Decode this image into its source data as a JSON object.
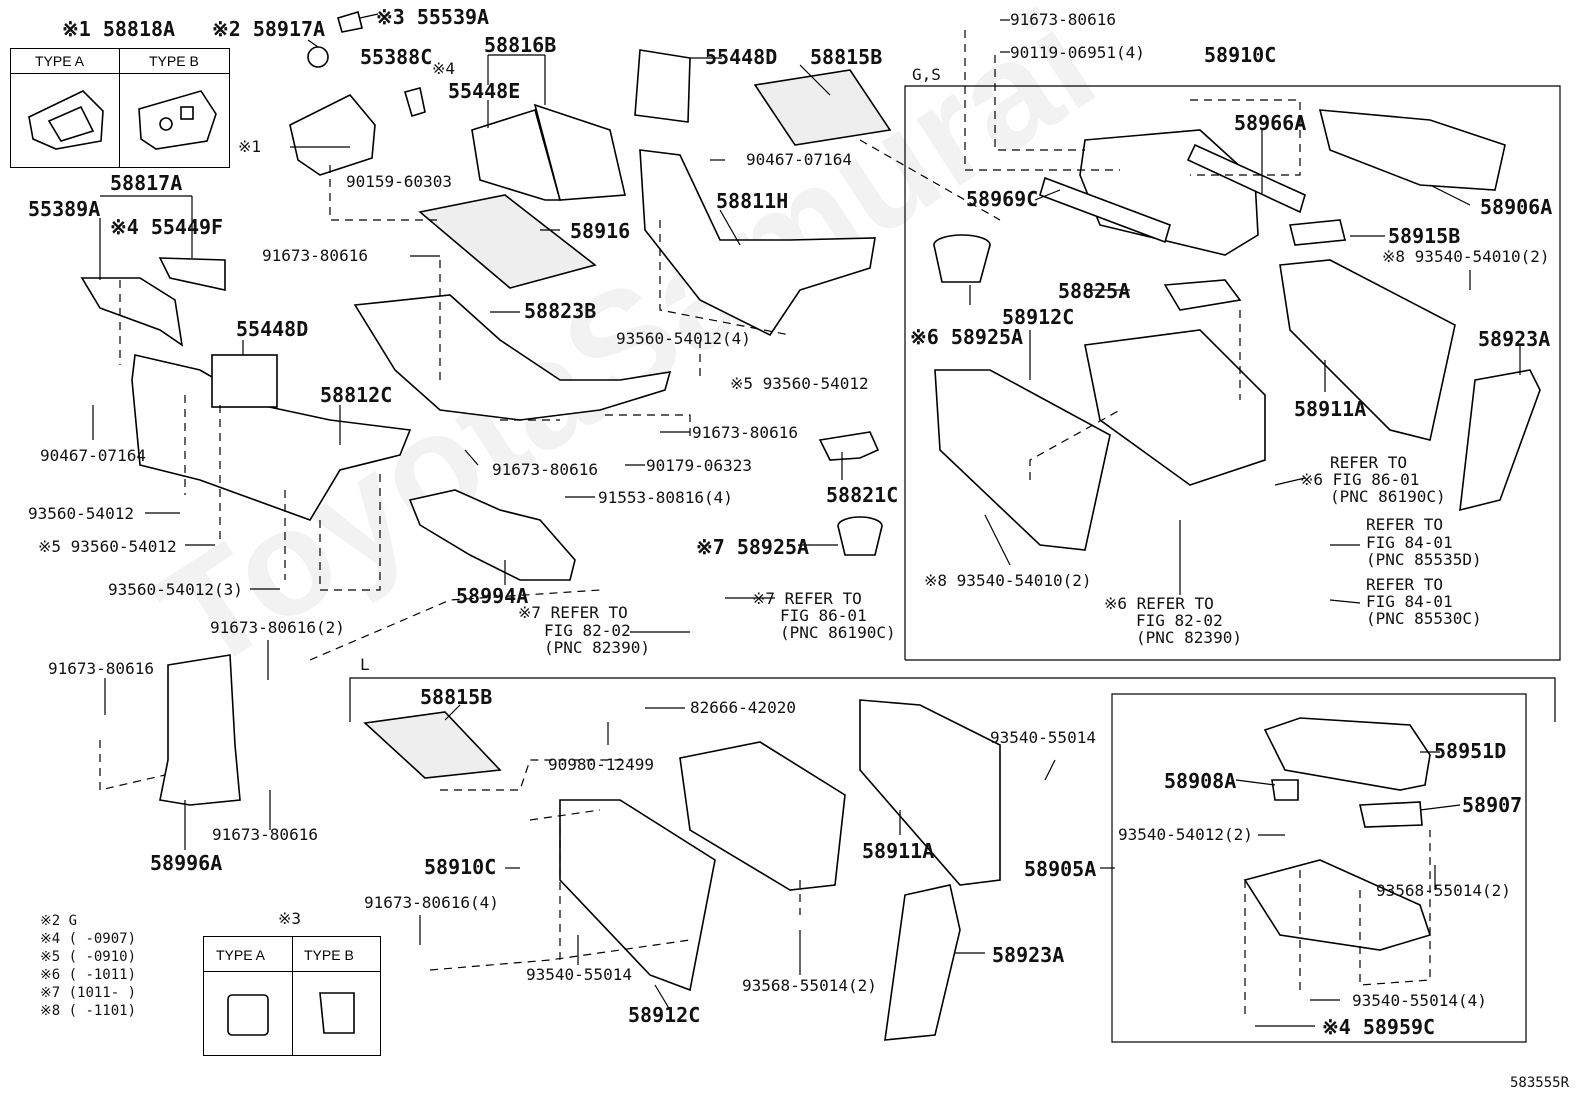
{
  "labels": {
    "l1": "※1 58818A",
    "l2": "※2 58917A",
    "l3": "※3 55539A",
    "l4": "55388C",
    "l5": "※4",
    "l6": "55448E",
    "l7": "58816B",
    "l8": "55448D",
    "l9": "58815B",
    "l10": "※1",
    "l11": "90159-60303",
    "l12": "58817A",
    "l13": "55389A",
    "l14": "※4 55449F",
    "l15": "58916",
    "l16": "90467-07164",
    "l17": "58811H",
    "l18": "91673-80616",
    "l19": "58823B",
    "l20": "55448D",
    "l21": "58812C",
    "l22": "90467-07164",
    "l23": "93560-54012(4)",
    "l24": "※5 93560-54012",
    "l25": "91673-80616",
    "l26": "91673-80616",
    "l27": "90179-06323",
    "l28": "58821C",
    "l29": "93560-54012",
    "l30": "※5 93560-54012",
    "l31": "91553-80816(4)",
    "l32": "※7 58925A",
    "l33": "93560-54012(3)",
    "l34": "58994A",
    "l35": "※7 REFER TO",
    "l36": "FIG 86-01",
    "l37": "(PNC 86190C)",
    "l38": "※7 REFER TO",
    "l39": "FIG 82-02",
    "l40": "(PNC 82390)",
    "l41": "91673-80616(2)",
    "l42": "91673-80616",
    "l43": "91673-80616",
    "l44": "58996A",
    "l45": "91673-80616",
    "l46": "90119-06951(4)",
    "l47": "58910C",
    "l48": "G,S",
    "l49": "58966A",
    "l50": "58906A",
    "l51": "58969C",
    "l52": "58915B",
    "l53": "※8 93540-54010(2)",
    "l54": "58825A",
    "l55": "※6 58925A",
    "l56": "58912C",
    "l57": "58923A",
    "l58": "58911A",
    "l59": "REFER TO",
    "l60": "※6 FIG 86-01",
    "l61": "(PNC 86190C)",
    "l62": "REFER TO",
    "l63": "FIG 84-01",
    "l64": "(PNC 85535D)",
    "l65": "REFER TO",
    "l66": "FIG 84-01",
    "l67": "(PNC 85530C)",
    "l68": "※8 93540-54010(2)",
    "l69": "※6 REFER TO",
    "l70": "FIG 82-02",
    "l71": "(PNC 82390)",
    "l72": "L",
    "l73": "58815B",
    "l74": "82666-42020",
    "l75": "90980-12499",
    "l76": "93540-55014",
    "l77": "58951D",
    "l78": "58908A",
    "l79": "58907",
    "l80": "58910C",
    "l81": "58911A",
    "l82": "93540-54012(2)",
    "l83": "58905A",
    "l84": "93568-55014(2)",
    "l85": "91673-80616(4)",
    "l86": "93540-55014",
    "l87": "58923A",
    "l88": "93568-55014(2)",
    "l89": "93540-55014(4)",
    "l90": "58912C",
    "l91": "※4 58959C",
    "l92": "583555R"
  },
  "type_box_1": {
    "type_a": "TYPE A",
    "type_b": "TYPE B"
  },
  "type_box_3": {
    "marker": "※3",
    "type_a": "TYPE A",
    "type_b": "TYPE B"
  },
  "notes": [
    "※2 G",
    "※4 (      -0907)",
    "※5 (      -0910)",
    "※6 (      -1011)",
    "※7 (1011-      )",
    "※8 (      -1101)"
  ],
  "watermark": "ToyotaSamurai"
}
